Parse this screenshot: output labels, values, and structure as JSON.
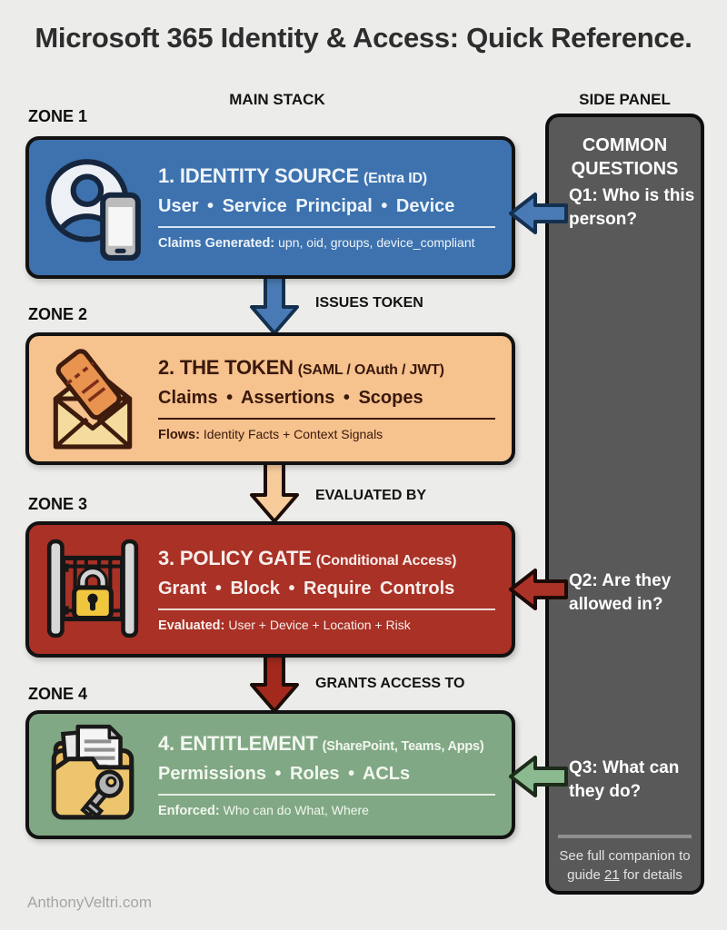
{
  "title": "Microsoft 365 Identity & Access: Quick Reference.",
  "headers": {
    "main_stack": "MAIN STACK",
    "side_panel": "SIDE PANEL"
  },
  "zones": [
    {
      "label": "ZONE 1",
      "heading": "1. IDENTITY SOURCE",
      "heading_sub": "(Entra ID)",
      "items": "User • Service Principal • Device",
      "detail_label": "Claims Generated:",
      "detail_text": "upn, oid, groups, device_compliant",
      "icon": "user-with-phone-icon",
      "color": "#3d72ae"
    },
    {
      "label": "ZONE 2",
      "heading": "2. THE TOKEN",
      "heading_sub": "(SAML / OAuth / JWT)",
      "items": "Claims • Assertions • Scopes",
      "detail_label": "Flows:",
      "detail_text": "Identity Facts + Context Signals",
      "icon": "envelope-ticket-icon",
      "color": "#f6c28e"
    },
    {
      "label": "ZONE 3",
      "heading": "3. POLICY GATE",
      "heading_sub": "(Conditional Access)",
      "items": "Grant • Block • Require Controls",
      "detail_label": "Evaluated:",
      "detail_text": "User + Device + Location + Risk",
      "icon": "gate-padlock-icon",
      "color": "#a93126"
    },
    {
      "label": "ZONE 4",
      "heading": "4. ENTITLEMENT",
      "heading_sub": "(SharePoint, Teams, Apps)",
      "items": "Permissions • Roles • ACLs",
      "detail_label": "Enforced:",
      "detail_text": "Who can do What, Where",
      "icon": "folder-key-icon",
      "color": "#80a884"
    }
  ],
  "flow_arrows": [
    {
      "label": "ISSUES TOKEN",
      "color": "#4a7ab5"
    },
    {
      "label": "EVALUATED BY",
      "color": "#f8cb9b"
    },
    {
      "label": "GRANTS ACCESS TO",
      "color": "#a3291c"
    }
  ],
  "side_panel": {
    "title": "COMMON QUESTIONS",
    "questions": [
      {
        "text": "Q1: Who is this person?",
        "arrow_color": "#4a7ab5"
      },
      {
        "text": "Q2: Are they allowed in?",
        "arrow_color": "#ab3227"
      },
      {
        "text": "Q3: What can they do?",
        "arrow_color": "#8cba90"
      }
    ],
    "footer": {
      "prefix": "See full companion to guide ",
      "link": "21",
      "suffix": " for details"
    }
  },
  "watermark": "AnthonyVeltri.com"
}
